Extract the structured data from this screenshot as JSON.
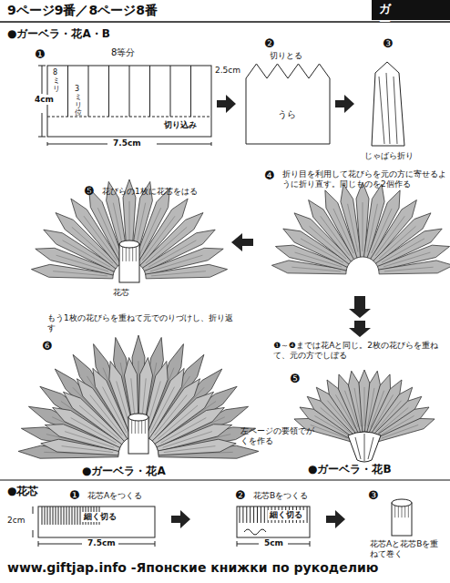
{
  "diagram": {
    "title": "9ページ9番／8ページ8番",
    "labels": [
      "ガーベラ",
      "●ガーベラ・花A・B",
      "❶",
      "8等分",
      "8ミリ",
      "3ミリ位",
      "2.5cm",
      "4cm",
      "切り込み",
      "7.5cm",
      "❷",
      "切りとる",
      "うら",
      "❸",
      "じゃばら折り",
      "❹",
      "折り目を利用して花びらを元の方に寄せるように折り直す。同じものを2個作る",
      "❺",
      "花びらの1枚に花芯をはる",
      "花芯",
      "もう1枚の花びらを重ねて元でのりづけし、折り返す",
      "❻",
      "●ガーベラ・花A",
      "❶～❹までは花Aと同じ。2枚の花びらを重ねて、元の方でしぼる",
      "❺",
      "左ページの要領でがくを作る",
      "●ガーベラ・花B",
      "●花芯",
      "❶",
      "花芯Aをつくる",
      "2cm",
      "細く切る",
      "7.5cm",
      "❷",
      "花芯Bをつくる",
      "細く切る",
      "5cm",
      "❸",
      "花芯Aと花芯Bを重ねて巻く",
      "www.giftjap.info -Японские книжки по рукоделию"
    ]
  }
}
